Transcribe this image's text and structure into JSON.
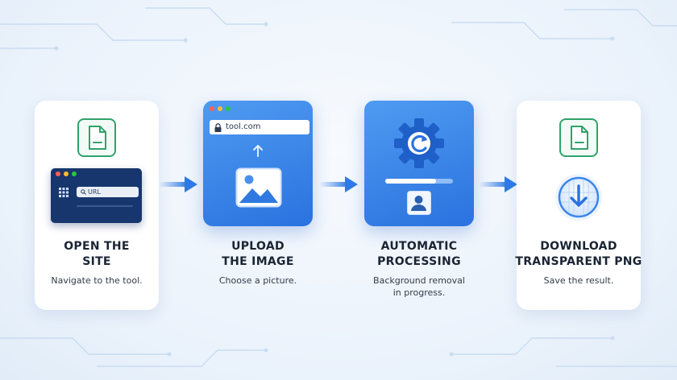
{
  "steps": [
    {
      "title_line1": "OPEN THE",
      "title_line2": "SITE",
      "description": "Navigate to the tool.",
      "url_placeholder": "URL"
    },
    {
      "title_line1": "UPLOAD",
      "title_line2": "THE IMAGE",
      "description": "Choose a picture.",
      "address": "tool.com"
    },
    {
      "title_line1": "AUTOMATIC",
      "title_line2": "PROCESSING",
      "description_line1": "Background removal",
      "description_line2": "in progress.",
      "progress": 0.75
    },
    {
      "title_line1": "DOWNLOAD",
      "title_line2": "TRANSPARENT PNG",
      "description": "Save the result."
    }
  ],
  "icons": {
    "document": "document-icon",
    "browser": "browser-window-icon",
    "grid": "grid-icon",
    "search": "search-icon",
    "lock": "lock-icon",
    "upload_arrow": "upload-arrow-icon",
    "image": "image-icon",
    "gear": "gear-icon",
    "refresh": "refresh-icon",
    "user": "user-icon",
    "download": "download-globe-icon",
    "flow_arrow": "arrow-right-icon"
  },
  "colors": {
    "accent_blue": "#2f7ae5",
    "panel_blue": "#3a86eb",
    "doc_green": "#2fa36b",
    "browser_navy": "#17366d",
    "dot_red": "#ff5f57",
    "dot_yellow": "#febc2e",
    "dot_green": "#28c840"
  }
}
